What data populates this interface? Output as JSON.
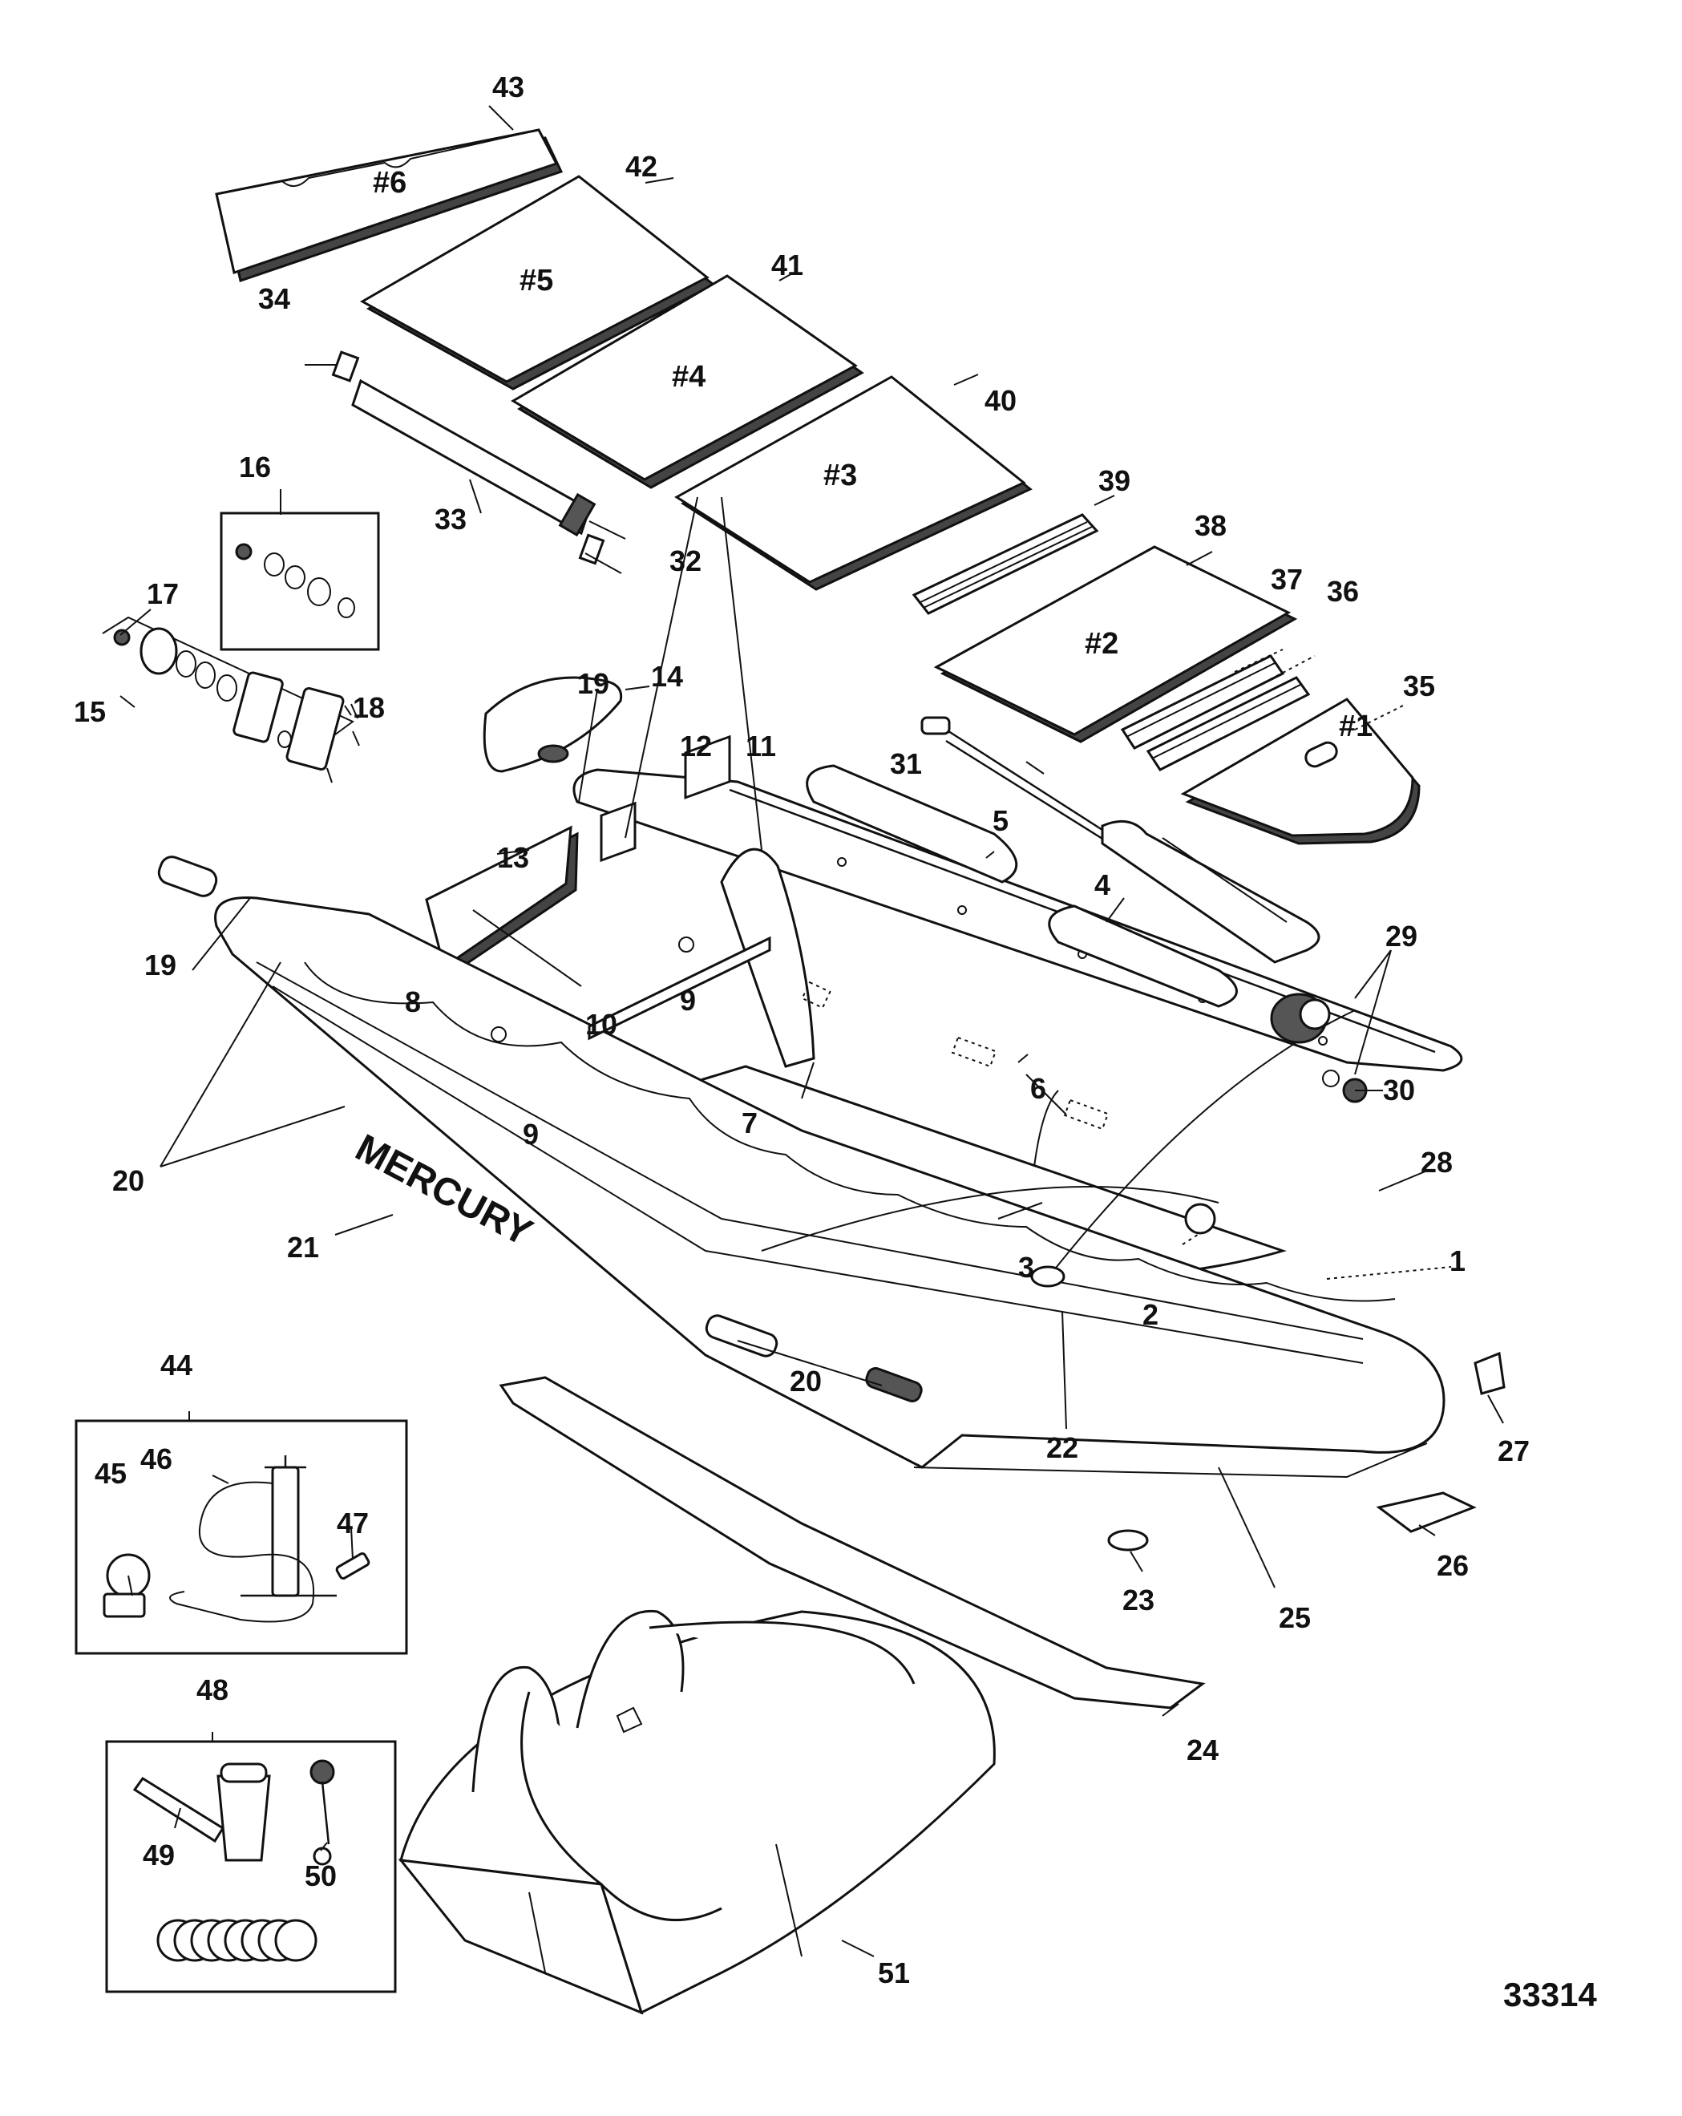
{
  "hull_brand": "MERCURY",
  "figure_number": "33314",
  "floor_panels": [
    "#1",
    "#2",
    "#3",
    "#4",
    "#5",
    "#6"
  ],
  "callouts": [
    "1",
    "2",
    "3",
    "4",
    "5",
    "6",
    "7",
    "8",
    "9",
    "9",
    "10",
    "11",
    "12",
    "13",
    "14",
    "15",
    "16",
    "17",
    "18",
    "19",
    "19",
    "20",
    "20",
    "21",
    "22",
    "23",
    "24",
    "25",
    "26",
    "27",
    "28",
    "29",
    "30",
    "31",
    "32",
    "33",
    "34",
    "35",
    "36",
    "37",
    "38",
    "39",
    "40",
    "41",
    "42",
    "43",
    "44",
    "45",
    "46",
    "47",
    "48",
    "49",
    "50",
    "51"
  ]
}
